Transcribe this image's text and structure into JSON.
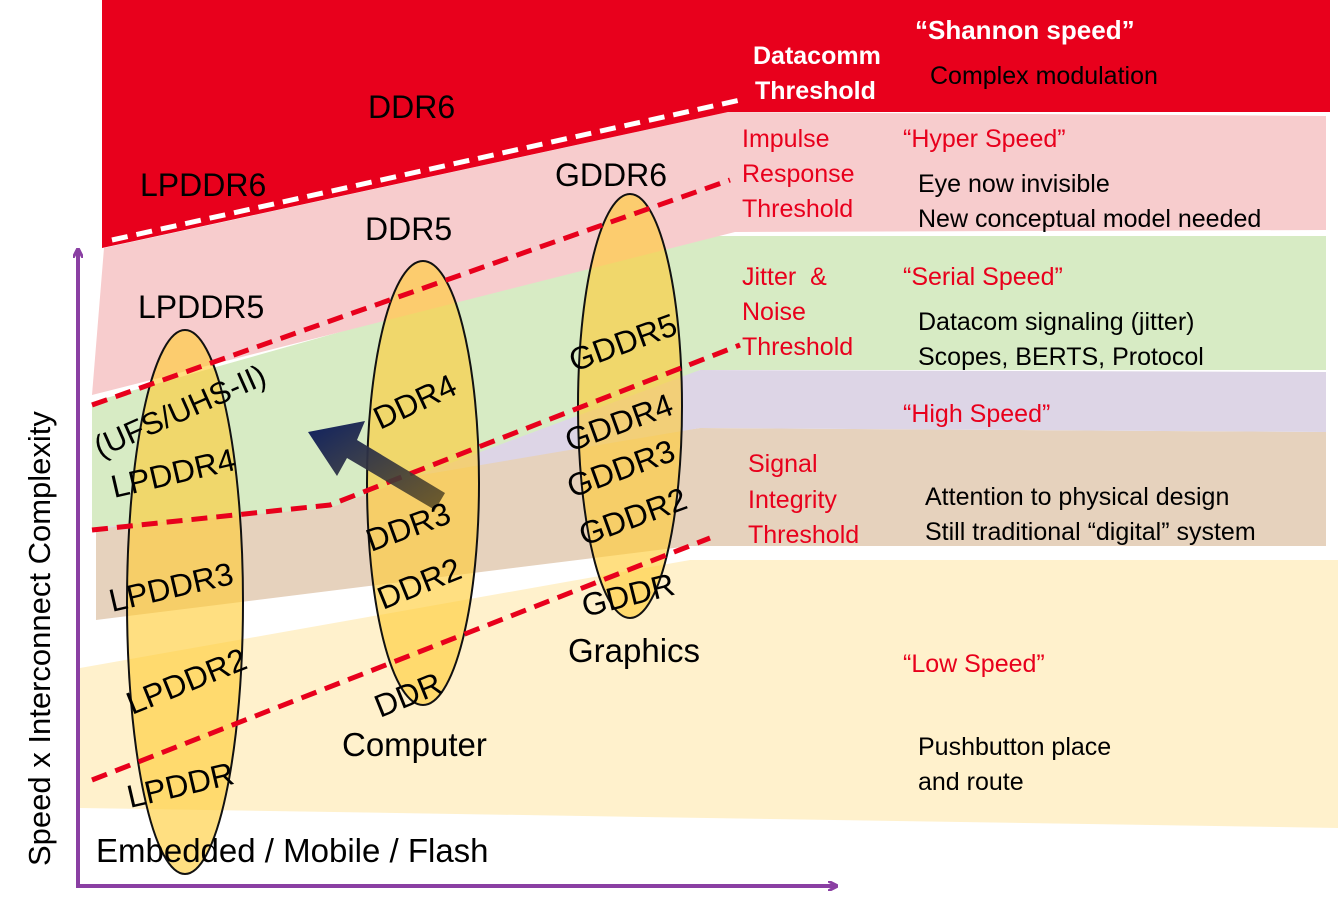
{
  "colors": {
    "red_band": "#e8001c",
    "pink_band": "#f7cccd",
    "green_band": "#d7ebc4",
    "lavender_band": "#ddd5e6",
    "tan_band": "#e6d2bd",
    "cream_band": "#fff1cc",
    "ellipse_fill": "#ffcc33",
    "dashed_red": "#e8001c",
    "dashed_white": "#ffffff",
    "axis_purple": "#8a3fa3",
    "arrow_navy": "#0f2160",
    "label_red": "#e8001c"
  },
  "axes": {
    "y_label": "Speed x Interconnect Complexity",
    "x_label": "Embedded / Mobile / Flash"
  },
  "families": {
    "mobile": [
      "LPDDR",
      "LPDDR2",
      "LPDDR3",
      "LPDDR4",
      "(UFS/UHS-II)",
      "LPDDR5",
      "LPDDR6"
    ],
    "computer": {
      "title": "Computer",
      "items": [
        "DDR",
        "DDR2",
        "DDR3",
        "DDR4",
        "DDR5",
        "DDR6"
      ]
    },
    "graphics": {
      "title": "Graphics",
      "items": [
        "GDDR",
        "GDDR2",
        "GDDR3",
        "GDDR4",
        "GDDR5",
        "GDDR6"
      ]
    }
  },
  "thresholds": {
    "datacomm": [
      "Datacomm",
      "Threshold"
    ],
    "impulse": [
      "Impulse",
      "Response",
      "Threshold"
    ],
    "jitter": [
      "Jitter  &",
      "Noise",
      "Threshold"
    ],
    "signal": [
      "Signal",
      "Integrity",
      "Threshold"
    ]
  },
  "speeds": {
    "shannon": {
      "title": "“Shannon speed”",
      "lines": [
        "Complex modulation"
      ]
    },
    "hyper": {
      "title": "“Hyper Speed”",
      "lines": [
        "Eye now invisible",
        "New conceptual model needed"
      ]
    },
    "serial": {
      "title": "“Serial Speed”",
      "lines": [
        "Datacom signaling (jitter)",
        "Scopes, BERTS, Protocol"
      ]
    },
    "high": {
      "title": "“High Speed”"
    },
    "signal": {
      "lines": [
        "Attention to physical design",
        "Still traditional “digital” system"
      ]
    },
    "low": {
      "title": "“Low Speed”",
      "lines": [
        "Pushbutton place",
        "and route"
      ]
    }
  }
}
